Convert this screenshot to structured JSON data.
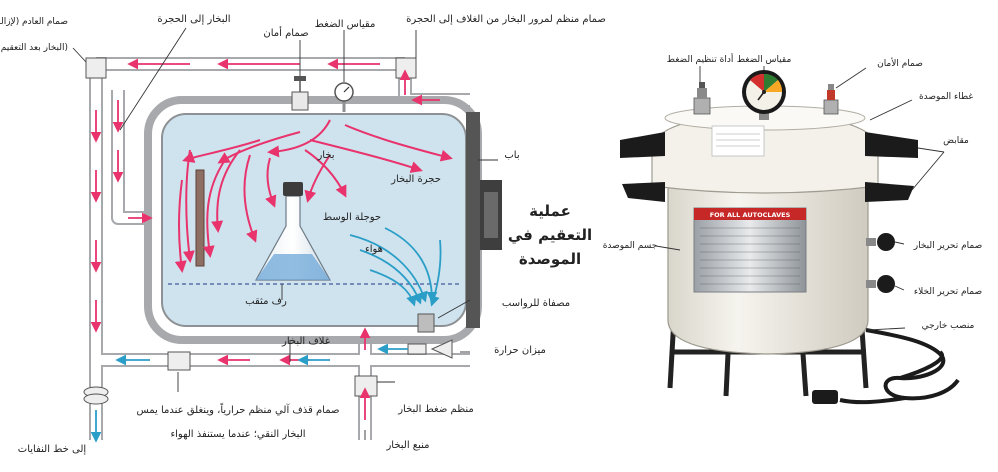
{
  "left_diagram": {
    "labels": {
      "exhaust_valve_1": "صمام العادم (لإزالة",
      "exhaust_valve_2": "البخار بعد التعقيم)",
      "steam_to_chamber": "البخار إلى الحجرة",
      "safety_valve": "صمام أمان",
      "pressure_gauge": "مقياس الضغط",
      "jacket_valve": "صمام منظم لمرور البخار من الغلاف إلى الحجرة",
      "steam": "بخار",
      "door": "باب",
      "steam_chamber": "حجرة البخار",
      "medium_flask": "حوجلة الوسط",
      "air": "هواء",
      "perforated_shelf": "رف مثقب",
      "sediment_strainer": "مصفاة للرواسب",
      "steam_jacket": "غلاف البخار",
      "thermometer": "ميزان حرارة",
      "thermo_valve_1": "صمام قذف آلي منظم حرارياً، وينغلق عندما يمس",
      "thermo_valve_2": "البخار النقي؛ عندما يستنفذ الهواء",
      "pressure_regulator": "منظم ضغط البخار",
      "steam_source": "منبع البخار",
      "to_drain": "إلى خط النفايات"
    },
    "title_lines": [
      "عملية",
      "التعقيم في",
      "الموصدة"
    ]
  },
  "right_diagram": {
    "labels": {
      "pressure_adjuster": "أداة تنظيم الضغط",
      "pressure_gauge": "مقياس الضغط",
      "safety_valve": "صمام الأمان",
      "lid": "غطاء الموصدة",
      "handles": "مقابض",
      "body": "جسم الموصدة",
      "steam_release_valve": "صمام تحرير البخار",
      "vacuum_release_valve": "صمام تحرير الخلاء",
      "external_socket": "منصب خارجي"
    },
    "plate_text": "FOR ALL AUTOCLAVES"
  },
  "colors": {
    "steam": "#e8336d",
    "air": "#2b9ec8",
    "chamber_fill": "#cfe3ee",
    "pipe": "#a7a9ac"
  }
}
